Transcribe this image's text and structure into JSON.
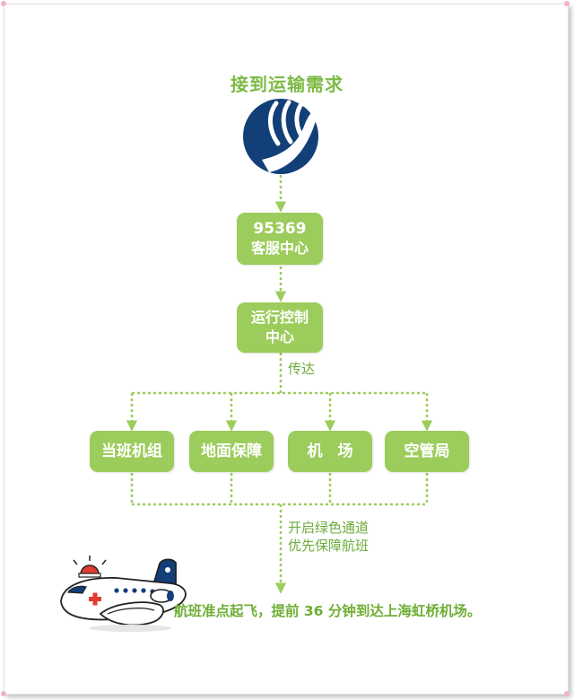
{
  "title": "接到运输需求",
  "logo": {
    "name": "airline-logo",
    "color": "#123f78"
  },
  "nodes": {
    "hotline": {
      "line1": "95369",
      "line2": "客服中心"
    },
    "ops": {
      "line1": "运行控制",
      "line2": "中心"
    },
    "crew": {
      "label": "当班机组"
    },
    "ground": {
      "label": "地面保障"
    },
    "airport": {
      "label": "机　场"
    },
    "atc": {
      "label": "空管局"
    }
  },
  "labels": {
    "relay": "传达",
    "green_line1": "开启绿色通道",
    "green_line2": "优先保障航班"
  },
  "bottom_text": "航班准点起飞，提前 36 分钟到达上海虹桥机场。",
  "illustration": {
    "name": "ambulance-airplane",
    "badge": "red-cross"
  },
  "colors": {
    "node_fill": "#9ccc5c",
    "accent_green": "#7dba45",
    "connector": "#9ccc5c",
    "logo_blue": "#123f78",
    "cross_red": "#e23b2e"
  }
}
